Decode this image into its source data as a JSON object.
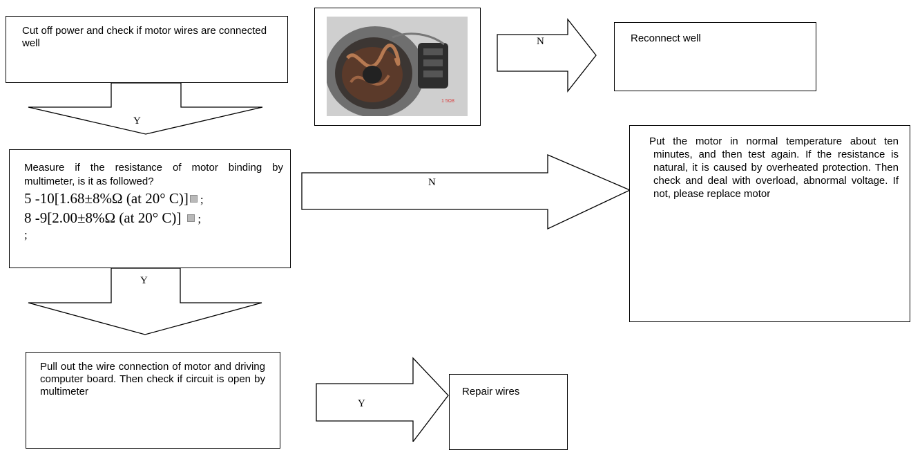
{
  "steps": {
    "check_wires": "Cut off power and check if motor wires are connected well",
    "reconnect": "Reconnect well",
    "measure_intro": "Measure if the resistance of motor binding by multimeter, is it as followed?",
    "measure_line1": "5 -10[1.68±8%Ω (at 20° C)]",
    "measure_line2": "8 -9[2.00±8%Ω (at 20° C)]",
    "measure_sep": ";",
    "cool_down": "Put the motor in normal temperature about ten minutes, and then test again. If the resistance is natural, it is caused by overheated protection. Then check and deal with overload, abnormal voltage. If not, please replace motor",
    "pull_out": "Pull out the wire connection of motor and driving computer board. Then check if circuit is open by multimeter",
    "repair": "Repair wires"
  },
  "arrow_labels": {
    "a1": "Y",
    "a2": "N",
    "a3": "N",
    "a4": "Y",
    "a5": "Y"
  },
  "photo": {
    "caption": "1 5Ω8"
  },
  "colors": {
    "stroke": "#000000",
    "photo_bg": "#c9c9c9",
    "caption": "#d93b3b"
  }
}
